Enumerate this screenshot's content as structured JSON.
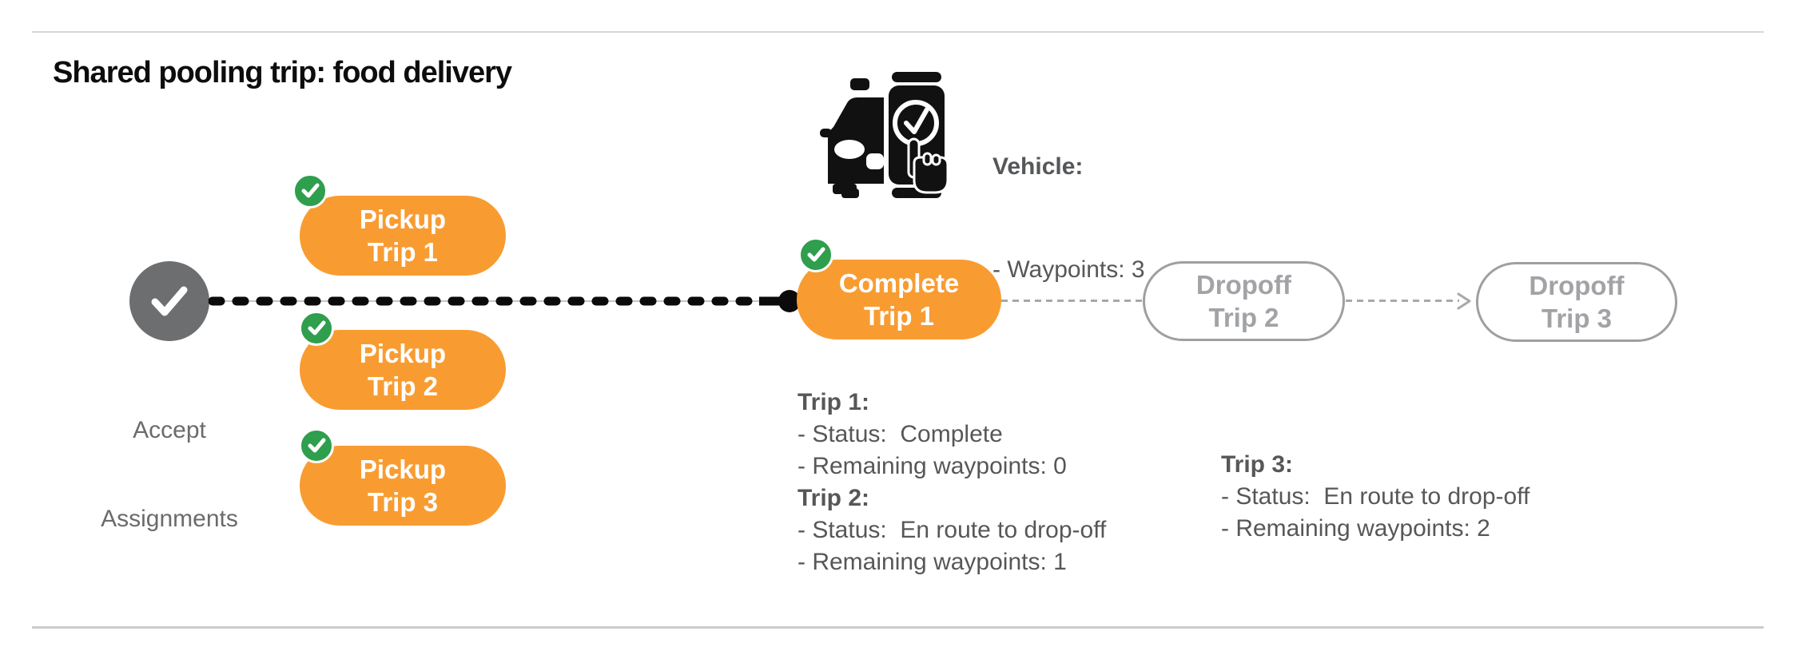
{
  "title": "Shared pooling trip: food delivery",
  "vehicle": {
    "heading": "Vehicle:",
    "waypoints_line": "- Waypoints: 3"
  },
  "flow": {
    "accept": {
      "line1": "Accept",
      "line2": "Assignments"
    },
    "nodes": [
      {
        "line1": "Pickup",
        "line2": "Trip 1",
        "state": "completed"
      },
      {
        "line1": "Pickup",
        "line2": "Trip 2",
        "state": "completed"
      },
      {
        "line1": "Pickup",
        "line2": "Trip 3",
        "state": "completed"
      },
      {
        "line1": "Complete",
        "line2": "Trip 1",
        "state": "completed"
      },
      {
        "line1": "Dropoff",
        "line2": "Trip 2",
        "state": "pending"
      },
      {
        "line1": "Dropoff",
        "line2": "Trip 3",
        "state": "pending"
      }
    ]
  },
  "status": {
    "left": [
      {
        "heading": "Trip 1:",
        "status_line": "- Status:  Complete",
        "waypoints_line": "- Remaining waypoints: 0"
      },
      {
        "heading": "Trip 2:",
        "status_line": "- Status:  En route to drop-off",
        "waypoints_line": "- Remaining waypoints: 1"
      }
    ],
    "right": [
      {
        "heading": "Trip 3:",
        "status_line": "- Status:  En route to drop-off",
        "waypoints_line": "- Remaining waypoints: 2"
      }
    ]
  },
  "colors": {
    "orange": "#F89C32",
    "green": "#2F9E4D",
    "node_gray": "#6D6E70",
    "outline_gray": "#9DA0A3",
    "text_dark": "#0D0D0D",
    "text_mid": "#565759",
    "text_light": "#A1A3A6",
    "line_black": "#0B0B0B"
  }
}
